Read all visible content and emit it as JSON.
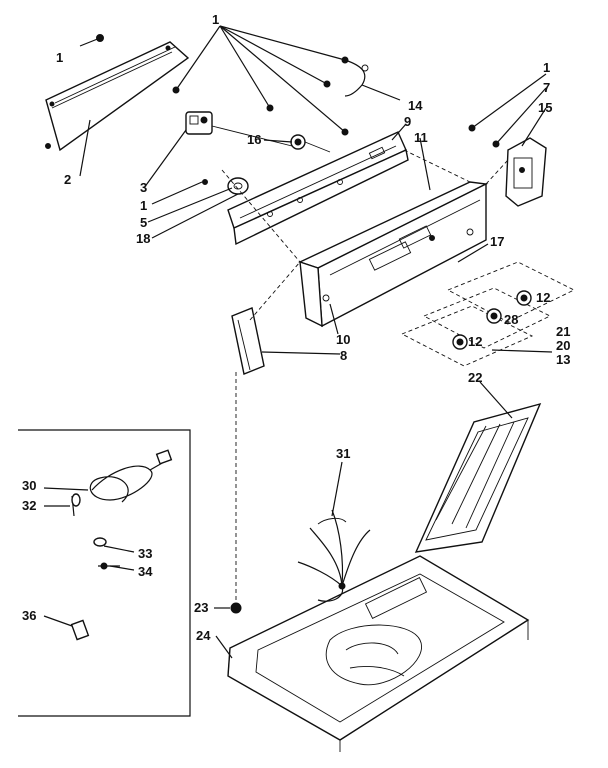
{
  "callouts": {
    "c1": "1",
    "c2": "2",
    "c3": "3",
    "c5": "5",
    "c7": "7",
    "c8": "8",
    "c9": "9",
    "c10": "10",
    "c11": "11",
    "c12": "12",
    "c13": "13",
    "c14": "14",
    "c15": "15",
    "c16": "16",
    "c17": "17",
    "c18": "18",
    "c20": "20",
    "c21": "21",
    "c22": "22",
    "c23": "23",
    "c24": "24",
    "c28": "28",
    "c30": "30",
    "c31": "31",
    "c32": "32",
    "c33": "33",
    "c34": "34",
    "c36": "36"
  }
}
